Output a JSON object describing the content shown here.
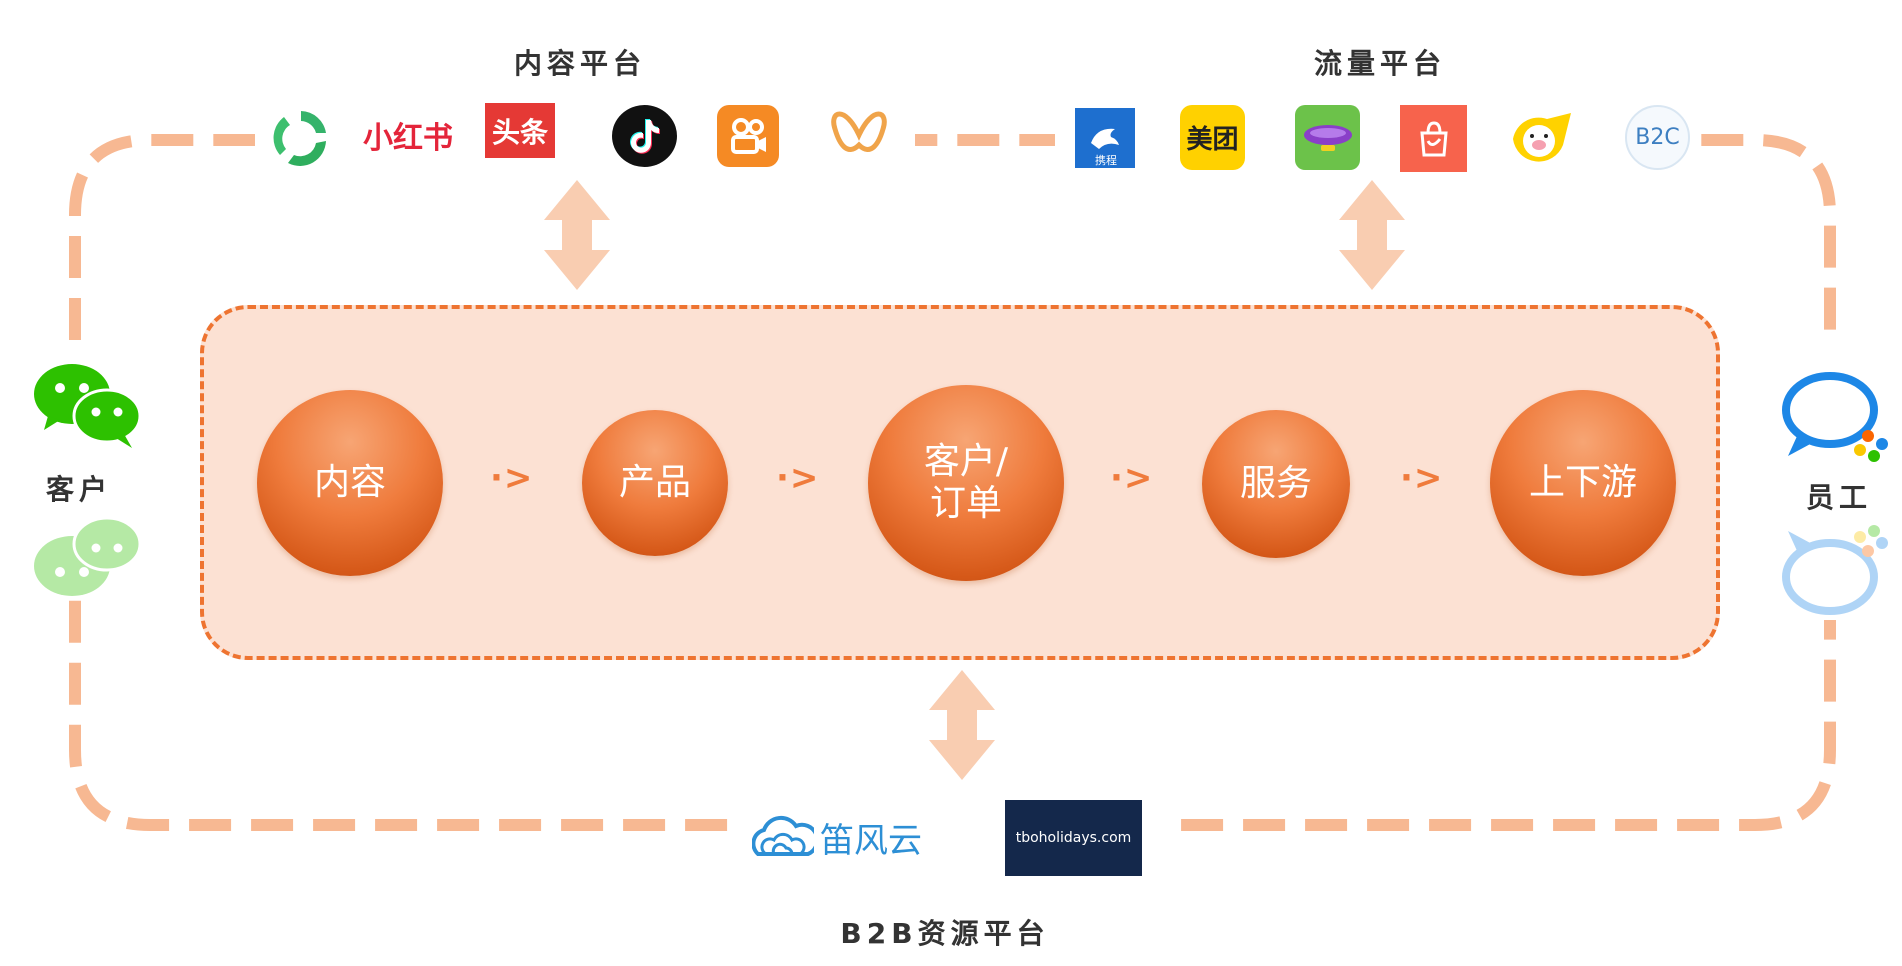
{
  "titles": {
    "content_platform": "内容平台",
    "traffic_platform": "流量平台",
    "b2b_platform": "B2B资源平台"
  },
  "side_labels": {
    "customer": "客户",
    "employee": "员工"
  },
  "flow": [
    {
      "label": "内容"
    },
    {
      "label": "产品"
    },
    {
      "label": "客户/\n订单"
    },
    {
      "label": "服务"
    },
    {
      "label": "上下游"
    }
  ],
  "flow_arrow": "·>",
  "logos": {
    "content": [
      {
        "icon": "recycle-icon",
        "text": ""
      },
      {
        "icon": "xiaohongshu-logo",
        "text": "小红书"
      },
      {
        "icon": "toutiao-logo",
        "text": "头条"
      },
      {
        "icon": "tiktok-icon",
        "text": ""
      },
      {
        "icon": "kuaishou-icon",
        "text": ""
      },
      {
        "icon": "butterfly-icon",
        "text": ""
      }
    ],
    "traffic": [
      {
        "icon": "ctrip-icon",
        "text": "携程"
      },
      {
        "icon": "meituan-logo",
        "text": "美团"
      },
      {
        "icon": "airship-icon",
        "text": ""
      },
      {
        "icon": "shopping-bag-icon",
        "text": ""
      },
      {
        "icon": "fliggy-icon",
        "text": ""
      },
      {
        "icon": "b2c-icon",
        "text": "B2C"
      }
    ],
    "b2b": [
      {
        "icon": "cloud-icon",
        "text": "笛风云"
      },
      {
        "icon": "tboholidays-logo",
        "text": "tboholidays.com"
      }
    ]
  },
  "colors": {
    "accent": "#ee7431",
    "dashed_loop": "#f7b892",
    "center_fill": "#fce1d3",
    "double_arrow": "#f9cdb1",
    "wechat_green": "#2dc100",
    "work_wechat_blue": "#1d87e6"
  }
}
